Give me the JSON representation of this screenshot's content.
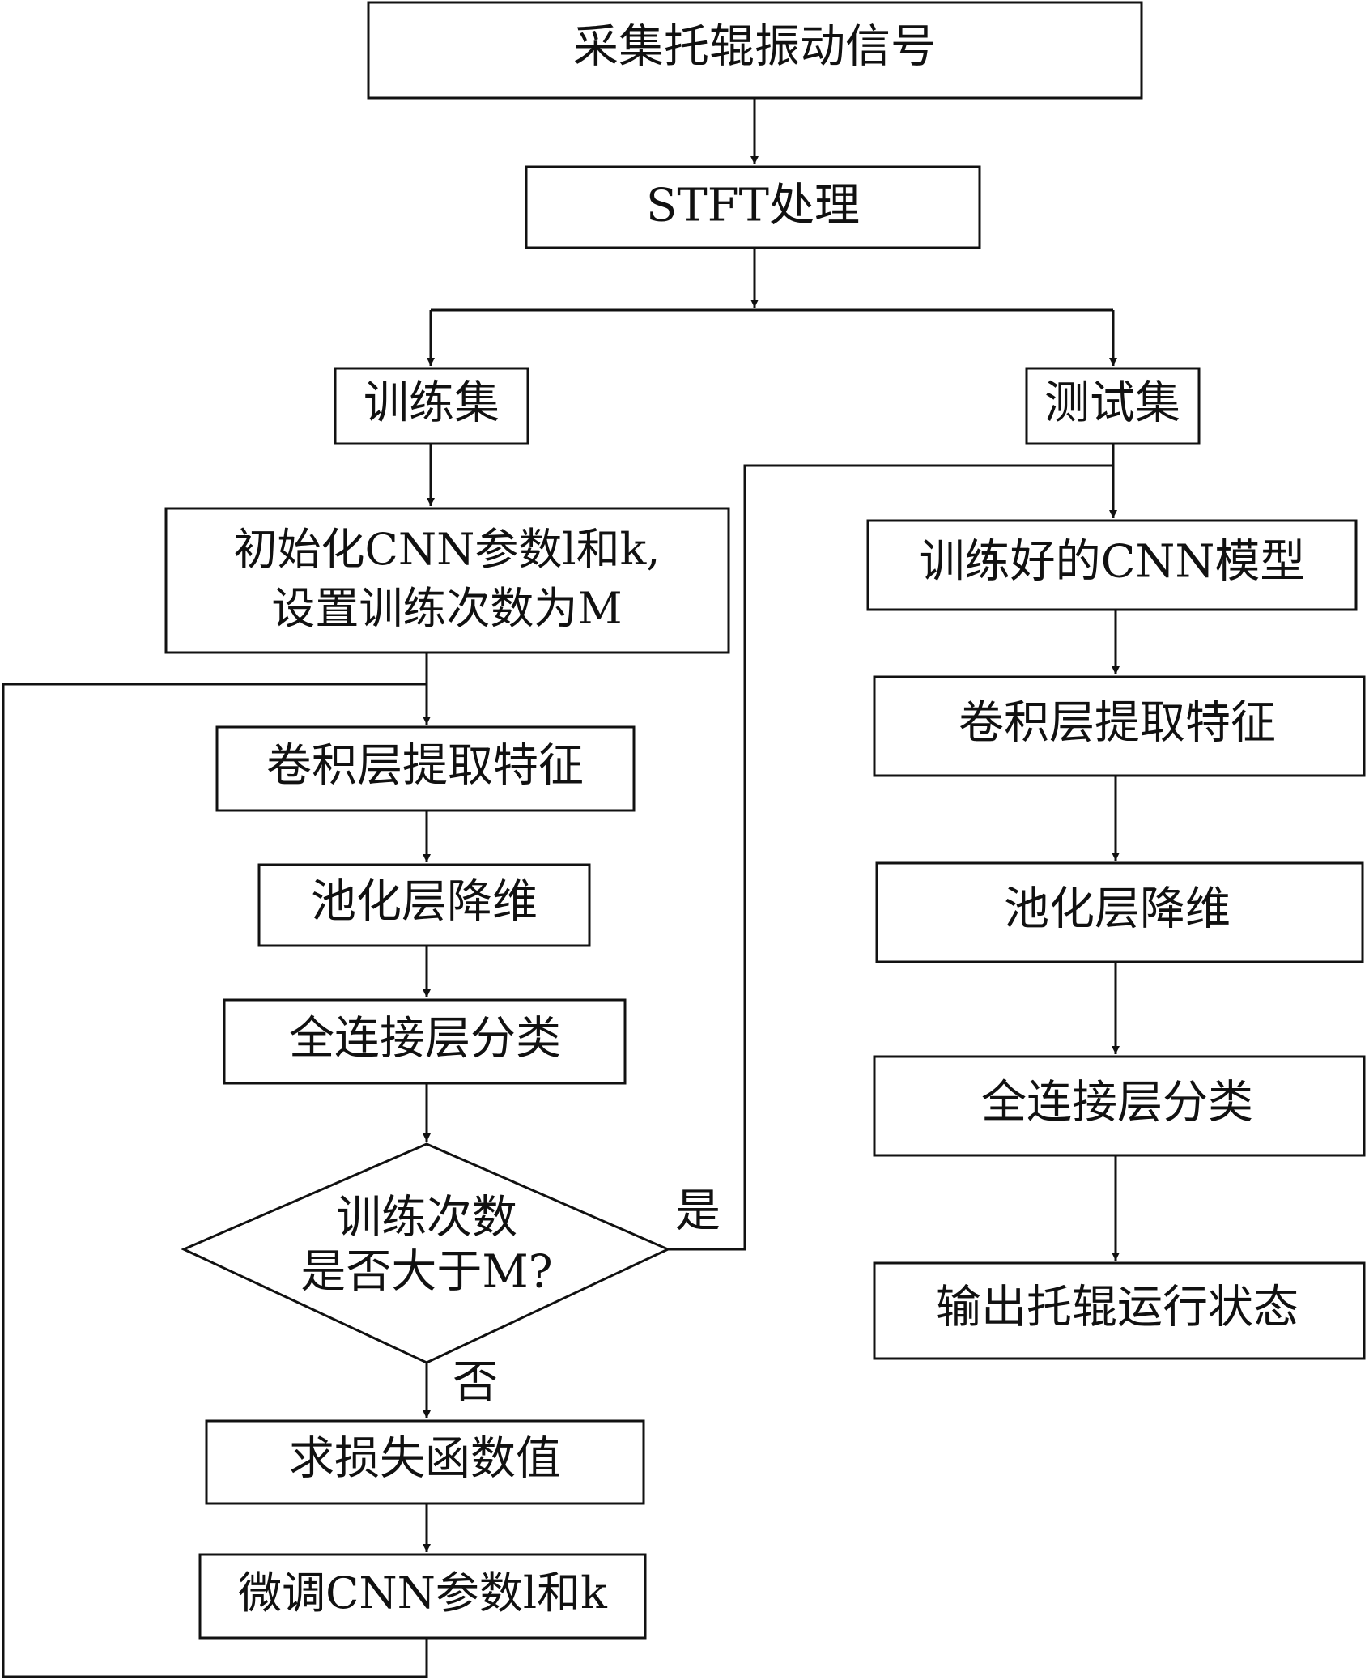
{
  "flow": {
    "collect": "采集托辊振动信号",
    "stft": "STFT处理",
    "train_set": "训练集",
    "test_set": "测试集",
    "init_line1": "初始化CNN参数l和k,",
    "init_line2": "设置训练次数为M",
    "train_conv": "卷积层提取特征",
    "train_pool": "池化层降维",
    "train_fc": "全连接层分类",
    "decision_line1": "训练次数",
    "decision_line2": "是否大于M?",
    "yes": "是",
    "no": "否",
    "loss": "求损失函数值",
    "finetune": "微调CNN参数l和k",
    "trained_model": "训练好的CNN模型",
    "test_conv": "卷积层提取特征",
    "test_pool": "池化层降维",
    "test_fc": "全连接层分类",
    "output": "输出托辊运行状态"
  }
}
